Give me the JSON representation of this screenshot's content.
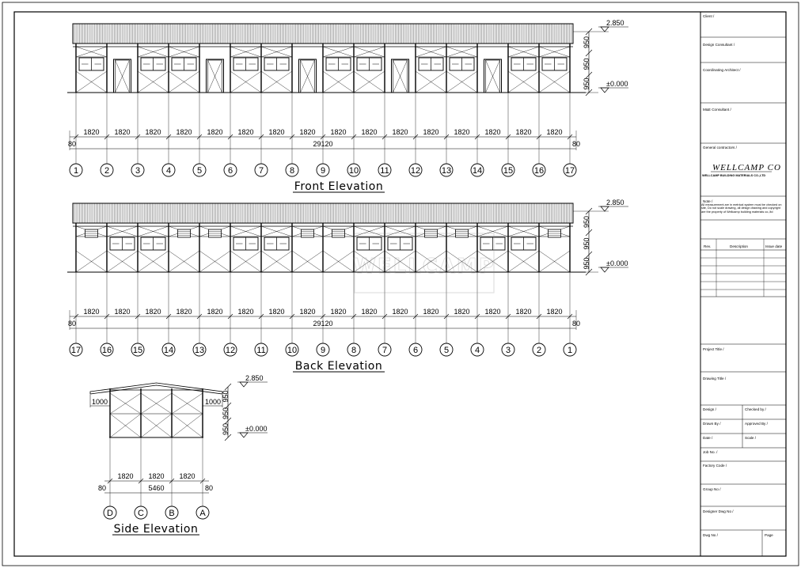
{
  "front_elevation": {
    "title": "Front Elevation",
    "bay_dims": [
      "1820",
      "1820",
      "1820",
      "1820",
      "1820",
      "1820",
      "1820",
      "1820",
      "1820",
      "1820",
      "1820",
      "1820",
      "1820",
      "1820",
      "1820",
      "1820"
    ],
    "end_offset_left": "80",
    "end_offset_right": "80",
    "total_length": "29120",
    "grid_labels": [
      "1",
      "2",
      "3",
      "4",
      "5",
      "6",
      "7",
      "8",
      "9",
      "10",
      "11",
      "12",
      "13",
      "14",
      "15",
      "16",
      "17"
    ],
    "level_top": "2.850",
    "level_base": "±0.000",
    "height_dims": [
      "950",
      "950",
      "950"
    ],
    "bay_types": [
      "W",
      "D",
      "W",
      "W",
      "D",
      "W",
      "W",
      "D",
      "W",
      "W",
      "D",
      "W",
      "W",
      "D",
      "W",
      "W"
    ]
  },
  "back_elevation": {
    "title": "Back Elevation",
    "bay_dims": [
      "1820",
      "1820",
      "1820",
      "1820",
      "1820",
      "1820",
      "1820",
      "1820",
      "1820",
      "1820",
      "1820",
      "1820",
      "1820",
      "1820",
      "1820",
      "1820"
    ],
    "end_offset_left": "80",
    "end_offset_right": "80",
    "total_length": "29120",
    "grid_labels": [
      "17",
      "16",
      "15",
      "14",
      "13",
      "12",
      "11",
      "10",
      "9",
      "8",
      "7",
      "6",
      "5",
      "4",
      "3",
      "2",
      "1"
    ],
    "level_top": "2.850",
    "level_base": "±0.000",
    "height_dims": [
      "950",
      "950",
      "950"
    ],
    "bay_types": [
      "V",
      "W",
      "W",
      "V",
      "V",
      "W",
      "W",
      "V",
      "V",
      "W",
      "W",
      "V",
      "V",
      "W",
      "W",
      "V"
    ]
  },
  "side_elevation": {
    "title": "Side Elevation",
    "bay_dims": [
      "1820",
      "1820",
      "1820"
    ],
    "end_offset_left": "80",
    "end_offset_right": "80",
    "total_length": "5460",
    "grid_labels": [
      "D",
      "C",
      "B",
      "A"
    ],
    "level_top": "2.850",
    "level_base": "±0.000",
    "height_dims": [
      "950",
      "950",
      "950"
    ],
    "overhang_left": "1000",
    "overhang_right": "1000"
  },
  "title_block": {
    "client": "Client /",
    "design_consultant": "Design Consultant /",
    "coordinating_architect": "Coordinating Architect /",
    "me_consultant": "M&E Consultant /",
    "general_contractors": "General contractors /",
    "company_name": "WELLCAMP CO",
    "company_sub": "WELLCAMP BUILDING MATERIALS CO.,LTD",
    "note_label": "Note /",
    "note_text": "All measurement are in metrical system must be checked on site, Do not scale drawing, all design drawing and copyright are the property of Wellcamp building materials co.,ltd",
    "rev_col": "Rev.",
    "desc_col": "Description",
    "issue_col": "Issue date",
    "project_title": "Project Title /",
    "drawing_title": "Drawing Title /",
    "design": "Design /",
    "checked_by": "Checked by /",
    "drawn_by": "Drawn By /",
    "approved_by": "Approved By /",
    "date": "Date /",
    "scale": "Scale /",
    "job_no": "Job No. /",
    "factory_code": "Factory Code /",
    "group_no": "Group No /",
    "designer_dwg_no": "Designer Dwg No /",
    "dwg_no": "Dwg No /",
    "page": "Page"
  },
  "watermark": "WELLCAMP"
}
